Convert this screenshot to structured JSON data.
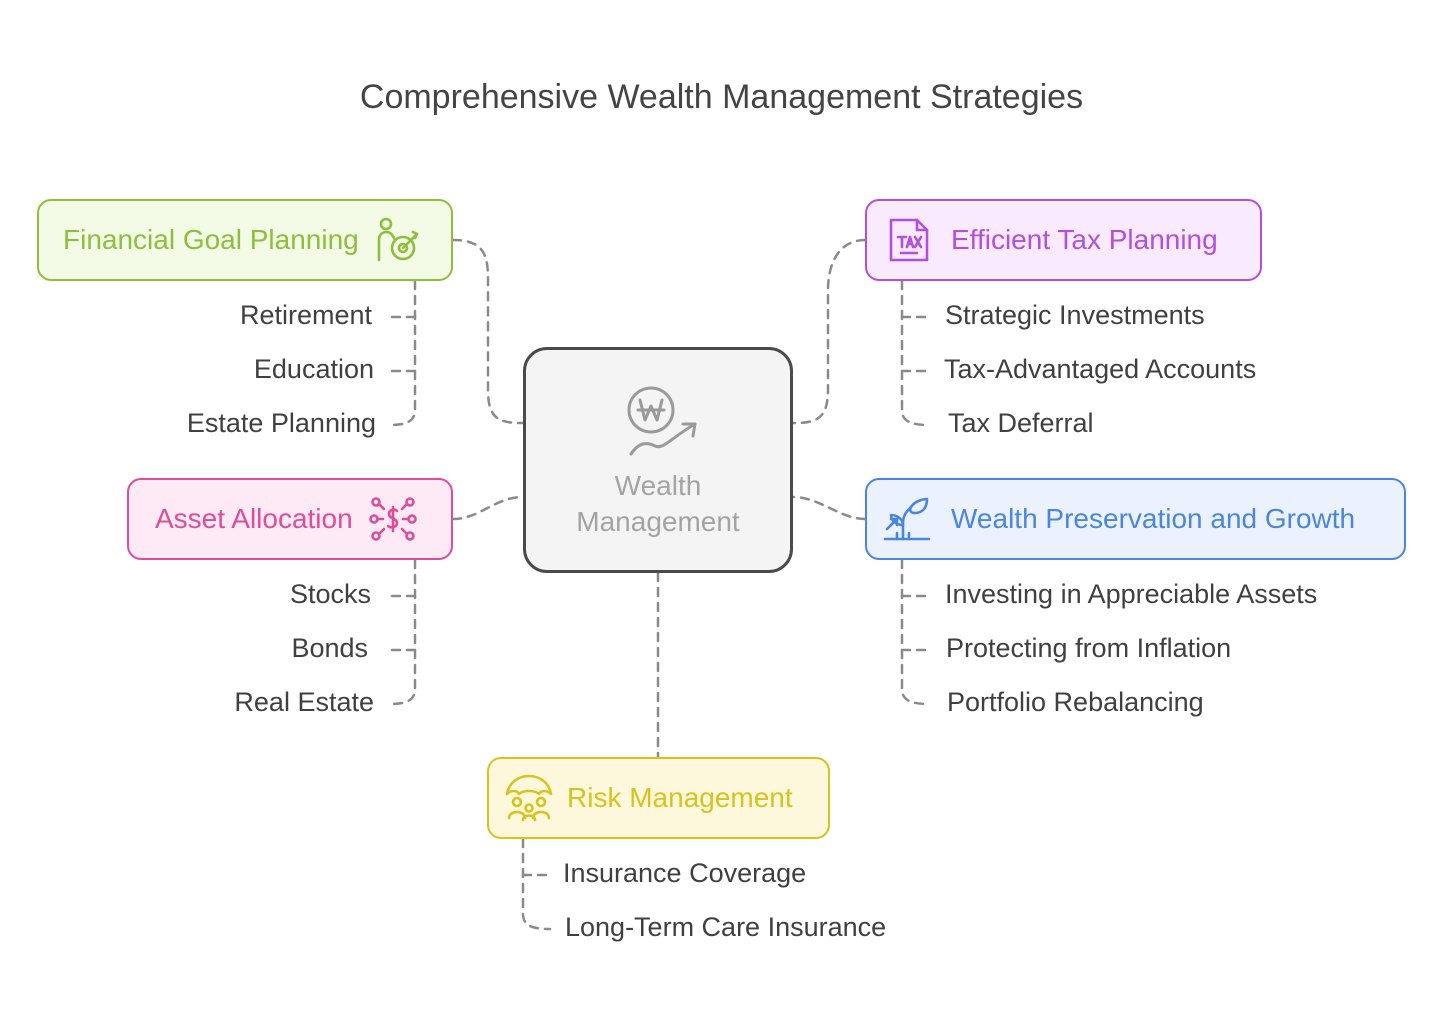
{
  "title": "Comprehensive Wealth Management Strategies",
  "center": {
    "line1": "Wealth",
    "line2": "Management",
    "icon": "won-growth-icon"
  },
  "branches": {
    "financial_goal": {
      "label": "Financial Goal Planning",
      "icon": "person-target-icon",
      "color": "#8dbf3c",
      "bg": "#f3fae6",
      "items": [
        "Retirement",
        "Education",
        "Estate Planning"
      ]
    },
    "asset_allocation": {
      "label": "Asset Allocation",
      "icon": "dollar-network-icon",
      "color": "#de4c9a",
      "bg": "#fdeaf4",
      "items": [
        "Stocks",
        "Bonds",
        "Real Estate"
      ]
    },
    "tax_planning": {
      "label": "Efficient Tax Planning",
      "icon": "tax-document-icon",
      "color": "#b44fdd",
      "bg": "#f9eafd",
      "items": [
        "Strategic Investments",
        "Tax-Advantaged Accounts",
        "Tax Deferral"
      ]
    },
    "wealth_preservation": {
      "label": "Wealth Preservation and Growth",
      "icon": "growing-plant-icon",
      "color": "#4a86de",
      "bg": "#ebf2fd",
      "items": [
        "Investing in Appreciable Assets",
        "Protecting from Inflation",
        "Portfolio Rebalancing"
      ]
    },
    "risk_management": {
      "label": "Risk Management",
      "icon": "umbrella-family-icon",
      "color": "#d9c21e",
      "bg": "#fdf8dc",
      "items": [
        "Insurance Coverage",
        "Long-Term Care Insurance"
      ]
    }
  }
}
